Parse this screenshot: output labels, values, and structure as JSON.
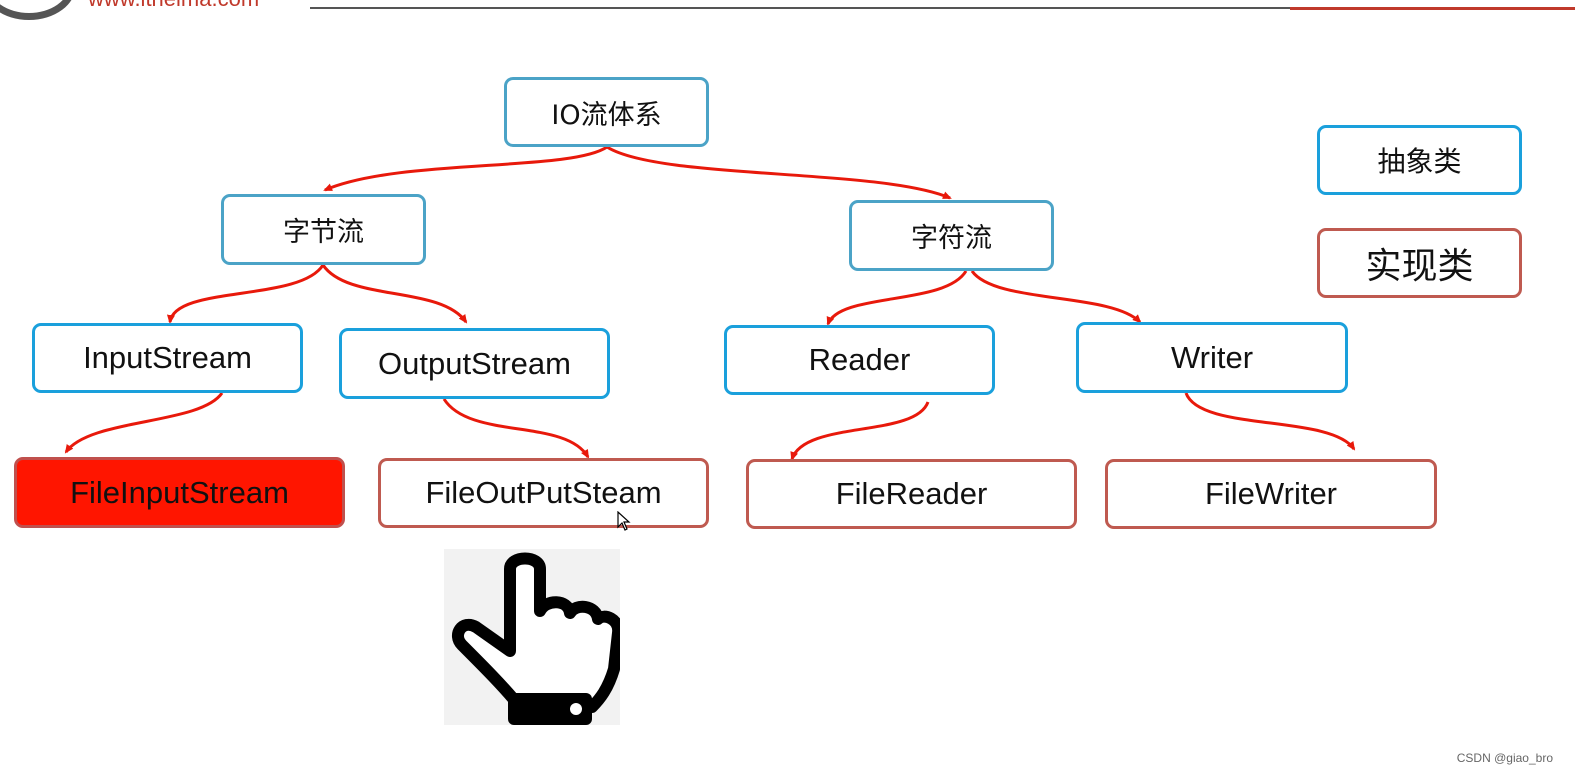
{
  "header": {
    "logo_url_text": "www.itheima.com"
  },
  "diagram": {
    "root": "IO流体系",
    "byte_stream": "字节流",
    "char_stream": "字符流",
    "input_stream": "InputStream",
    "output_stream": "OutputStream",
    "reader": "Reader",
    "writer": "Writer",
    "file_input_stream": "FileInputStream",
    "file_output_stream": "FileOutPutSteam",
    "file_reader": "FileReader",
    "file_writer": "FileWriter"
  },
  "legend": {
    "abstract_label": "抽象类",
    "impl_label": "实现类"
  },
  "colors": {
    "abstract_border": "#1aa0dc",
    "impl_border": "#bf5a50",
    "highlight_fill": "#ff1500",
    "connector": "#e8190b"
  },
  "icons": {
    "pointer": "pointing-hand-icon",
    "cursor": "mouse-cursor-icon"
  },
  "watermark": "CSDN @giao_bro"
}
